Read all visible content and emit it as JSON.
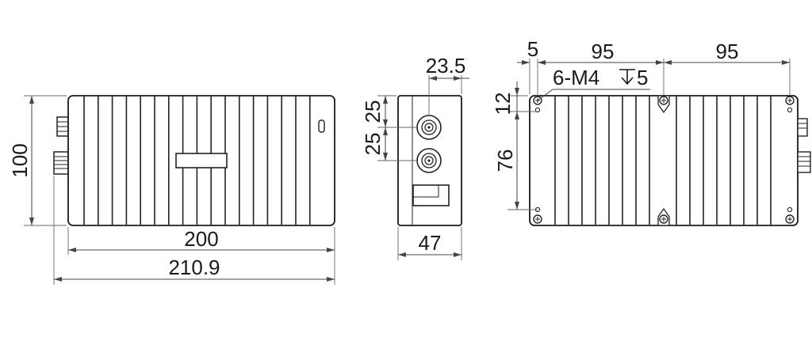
{
  "dimensions": {
    "height_100": "100",
    "width_200": "200",
    "width_210_9": "210.9",
    "side_23_5": "23.5",
    "side_25_top": "25",
    "side_25_bottom": "25",
    "side_47": "47",
    "top_5": "5",
    "top_95_left": "95",
    "top_95_right": "95",
    "hole_spec": "6-M4",
    "hole_depth": "5",
    "top_12": "12",
    "top_76": "76"
  },
  "icons": {
    "depth_symbol": "depth-arrow-icon",
    "connector": "sma-connector-icon",
    "screw": "screw-hole-icon"
  },
  "colors": {
    "line": "#1a1a1a",
    "dimension": "#444444",
    "background": "#ffffff"
  }
}
